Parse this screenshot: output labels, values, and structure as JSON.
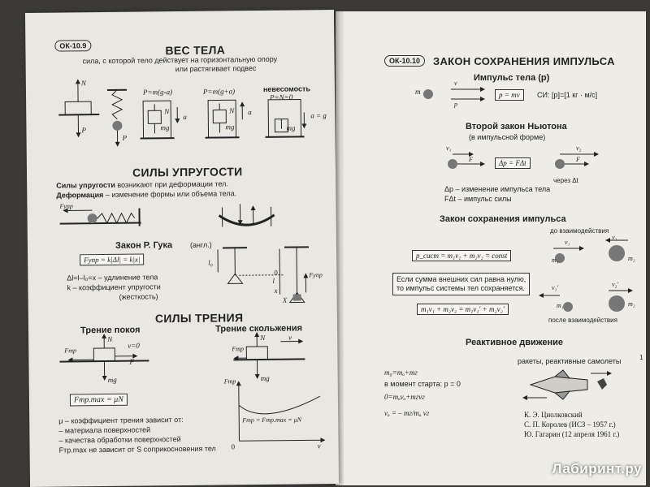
{
  "left": {
    "ok_label": "ОК-10.9",
    "ves_title": "ВЕС ТЕЛА",
    "ves_def_1": "сила, с которой тело действует на горизонтальную опору",
    "ves_def_2": "или растягивает подвес",
    "case1": "P=m(g-a)",
    "case2": "P=m(g+a)",
    "case3_title": "невесомость",
    "case3": "P=N=0",
    "case3_eq": "a = g",
    "sym_N": "N",
    "sym_P": "P",
    "sym_mg": "mg",
    "sym_a": "a",
    "elastic_title": "СИЛЫ УПРУГОСТИ",
    "elastic_line1_b": "Силы упругости",
    "elastic_line1": " возникают при деформации тел.",
    "elastic_line2_b": "Деформация",
    "elastic_line2": " – изменение формы или объема тела.",
    "sym_Fupr": "Fупр",
    "hooke_title": "Закон Р. Гука",
    "hooke_sub": "(англ.)",
    "hooke_formula": "Fупр = k|Δl| = k|x|",
    "hooke_l1": "Δl=l–l₀=x – удлинение тела",
    "hooke_l2": "k – коэффициент упругости",
    "hooke_l3": "(жесткость)",
    "sym_l0": "l₀",
    "sym_l": "l",
    "sym_0": "0",
    "sym_x": "x",
    "sym_X": "X",
    "friction_title": "СИЛЫ ТРЕНИЯ",
    "rest_title": "Трение покоя",
    "slide_title": "Трение скольжения",
    "v0": "v=0",
    "sym_F": "F",
    "sym_Ftr": "Fтр",
    "sym_v": "v",
    "rest_formula": "Fтр.max = μN",
    "graph_formula": "Fтр = Fтр.max = μN",
    "mu_l1": "μ – коэффициент трения зависит от:",
    "mu_l2": "– материала поверхностей",
    "mu_l3": "– качества обработки поверхностей",
    "mu_l4": "Fтр.max не зависит от S соприкосновения тел"
  },
  "right": {
    "ok_label": "ОК-10.10",
    "title": "ЗАКОН СОХРАНЕНИЯ ИМПУЛЬСА",
    "impulse_title": "Импульс тела (p)",
    "impulse_formula": "p = mv",
    "si": "СИ: [p]=[1 кг · м/с]",
    "sym_m": "m",
    "sym_v": "v",
    "sym_p": "p",
    "newton_title": "Второй закон Ньютона",
    "newton_sub": "(в импульсной форме)",
    "newton_formula": "Δp = FΔt",
    "through": "через Δt",
    "v1": "v₁",
    "v2": "v₂",
    "sym_F": "F",
    "dp_text": "Δp – изменение импульса тела",
    "fdt_text": "FΔt – импульс силы",
    "conservation_title": "Закон сохранения импульса",
    "before": "до взаимодействия",
    "after": "после взаимодействия",
    "sum_formula": "p_сист = m₁v₁ + m₂v₂ = const",
    "note_1": "Если сумма внешних сил равна нулю,",
    "note_2": "то импульс системы тел сохраняется.",
    "conserve_formula": "m₁v₁ + m₂v₂ = m₁v₁′ + m₂v₂′",
    "m1": "m₁",
    "m2": "m₂",
    "v1p": "v₁′",
    "v2p": "v₂′",
    "jet_title": "Реактивное движение",
    "rockets": "ракеты, реактивные самолеты",
    "jet_l1": "m₀=mₒ+mг",
    "jet_l2": "в момент старта: p = 0",
    "jet_l3": "0=mₒvₒ+mгvг",
    "jet_l4": "vₒ = – mг/mₒ vг",
    "name1": "К. Э. Циолковский",
    "name2": "С. П. Королев (ИСЗ – 1957 г.)",
    "name3": "Ю. Гагарин (12 апреля 1961 г.)",
    "page_num": "1"
  },
  "watermark": "Лабиринт.ру"
}
